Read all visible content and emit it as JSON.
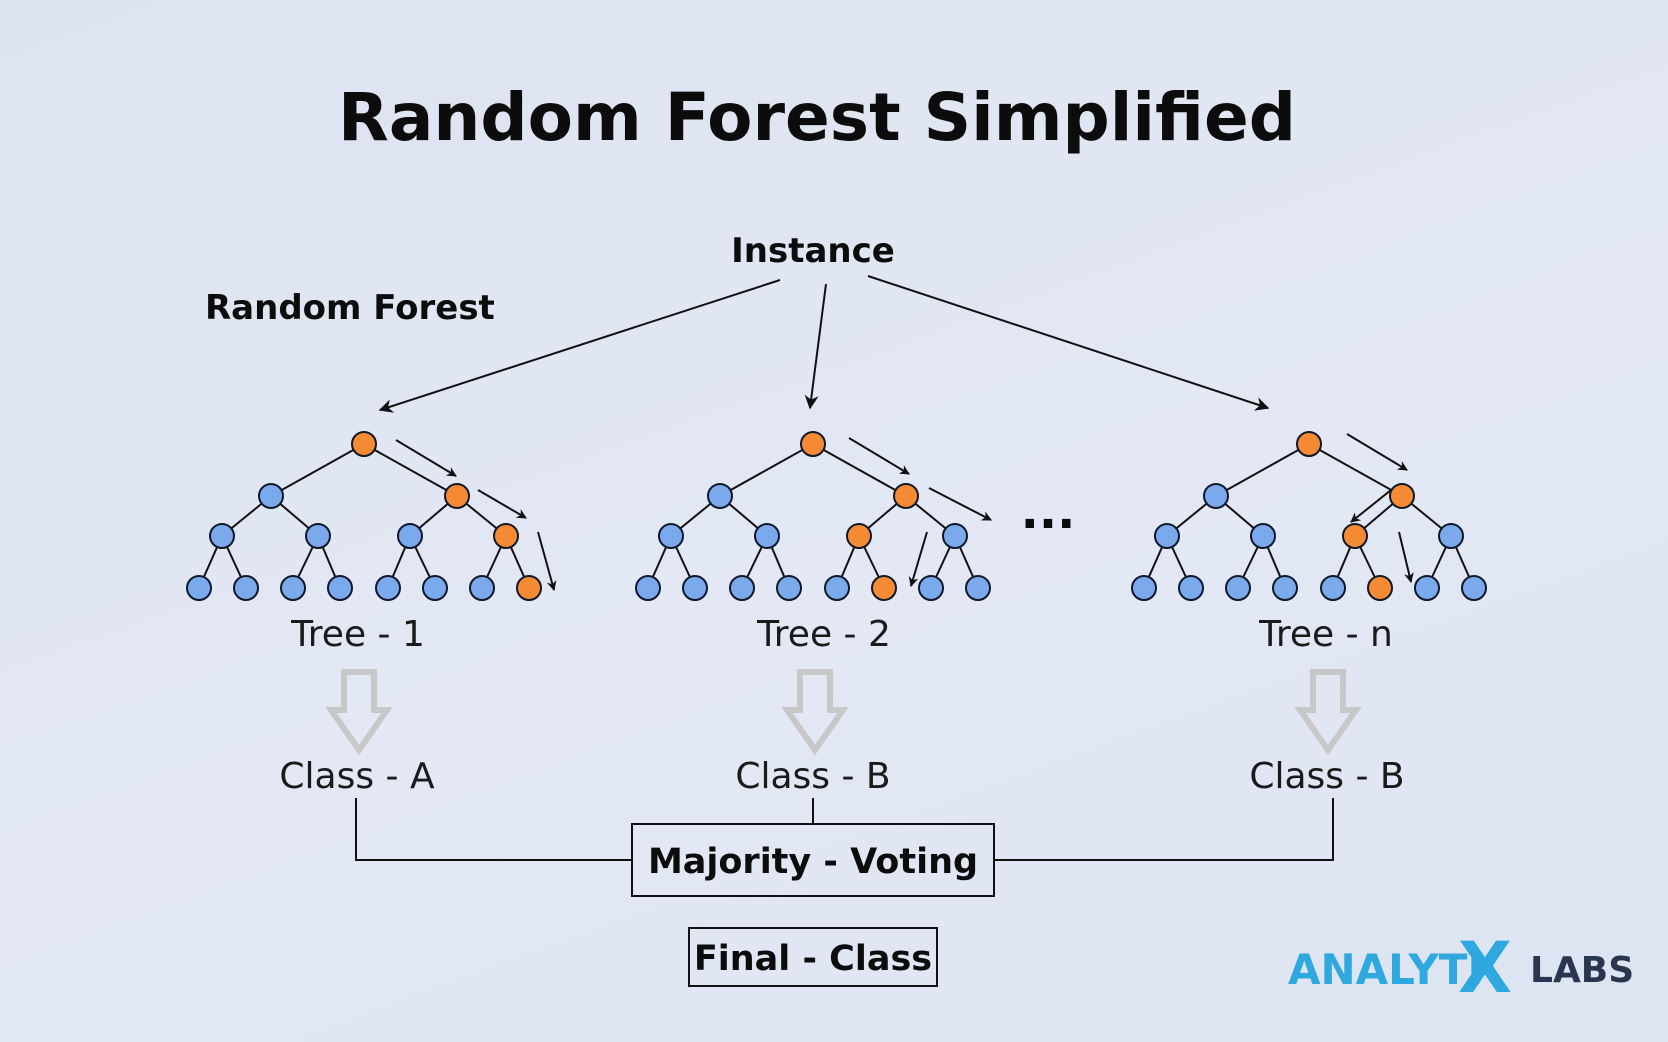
{
  "title": "Random Forest Simplified",
  "instance_label": "Instance",
  "forest_label": "Random Forest",
  "ellipsis": "...",
  "trees": [
    {
      "label": "Tree - 1",
      "class": "Class - A",
      "path": [
        "n0",
        "n2",
        "n6",
        "n14"
      ]
    },
    {
      "label": "Tree - 2",
      "class": "Class - B",
      "path": [
        "n0",
        "n2",
        "n5",
        "n12"
      ]
    },
    {
      "label": "Tree - n",
      "class": "Class - B",
      "path": [
        "n0",
        "n2",
        "n5",
        "n12"
      ]
    }
  ],
  "majority_label": "Majority - Voting",
  "final_label": "Final - Class",
  "logo": {
    "part1": "ANALYTI",
    "x": "X",
    "part2": "LABS"
  },
  "colors": {
    "node": "#7aa9ec",
    "path_node": "#f58a35",
    "accent": "#2fa8e0",
    "arrow_hollow": "#c8c8c8"
  }
}
